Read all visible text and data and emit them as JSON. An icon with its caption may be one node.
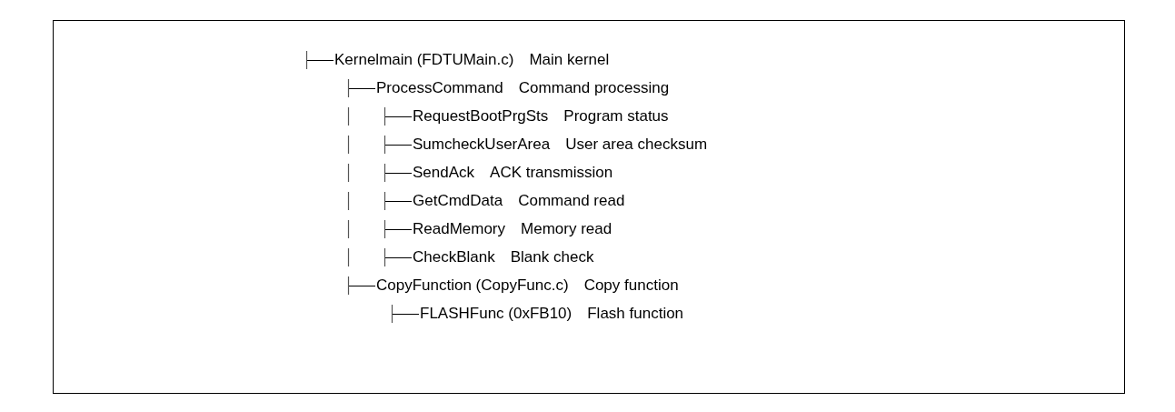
{
  "diagram": {
    "labels": [
      "Kernelmain (FDTUMain.c)",
      "Main kernel",
      "ProcessCommand",
      "Command processing",
      "RequestBootPrgSts",
      "Program status",
      "SumcheckUserArea",
      "User area checksum",
      "SendAck",
      "ACK transmission",
      "GetCmdData",
      "Command read",
      "ReadMemory",
      "Memory read",
      "CheckBlank",
      "Blank check",
      "CopyFunction (CopyFunc.c)",
      "Copy function",
      "FLASHFunc (0xFB10)",
      "Flash function"
    ]
  }
}
